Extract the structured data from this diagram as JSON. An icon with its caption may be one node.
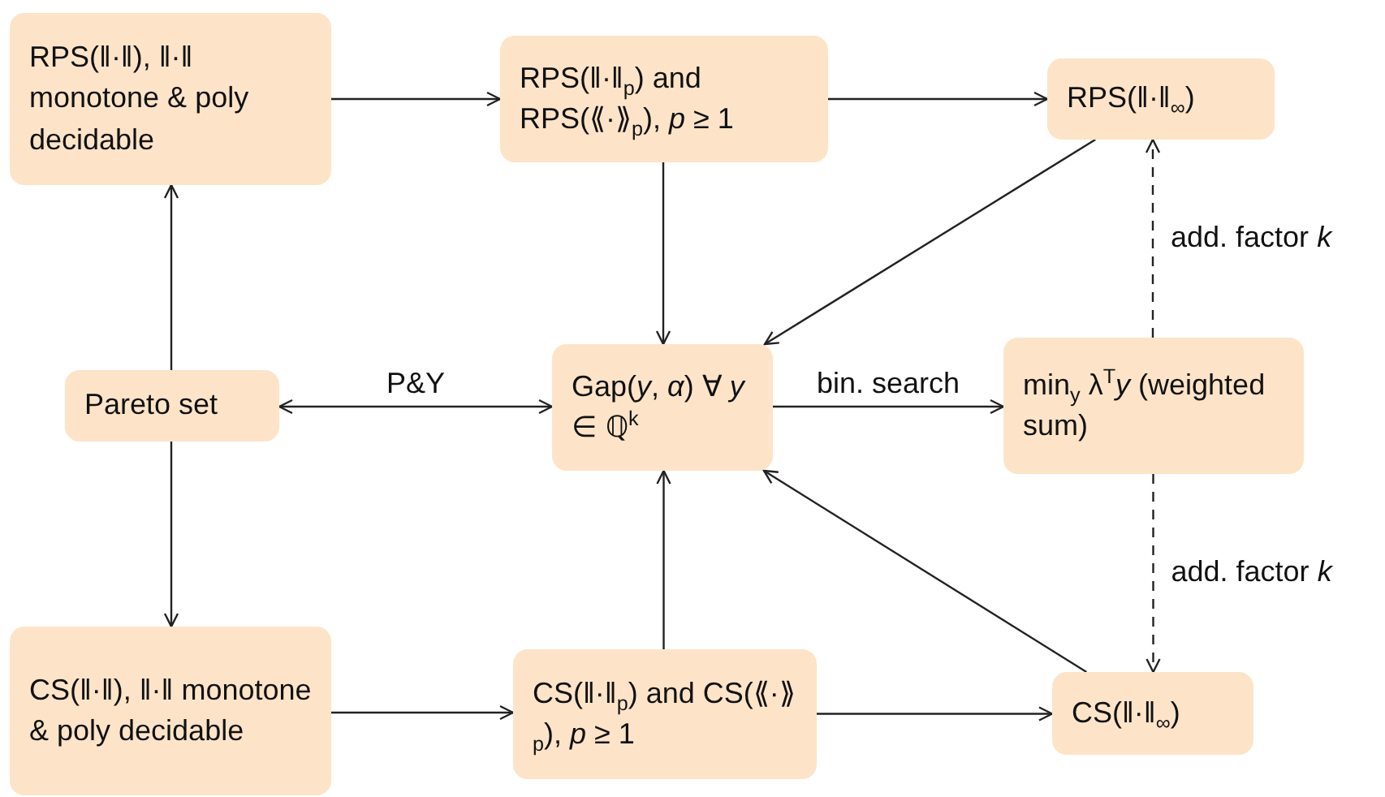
{
  "diagram": {
    "nodes": [
      {
        "text": [
          "RPS(‖·‖), ‖·‖ monotone & poly decidable"
        ]
      },
      {
        "text": [
          "RPS(‖·‖$_{p}$) and RPS(⟪·⟫$_{p}$), *p* ≥ 1"
        ]
      },
      {
        "text": [
          "RPS(‖·‖$_{∞}$)"
        ]
      },
      {
        "text": [
          "Pareto set"
        ]
      },
      {
        "text": [
          "Gap(*y*, *α*) ∀ *y* ∈ ℚ$^{k}$"
        ]
      },
      {
        "text": [
          "min$_{y}$ λ$^{T}$*y* (weighted sum)"
        ]
      },
      {
        "text": [
          "CS(‖·‖), ‖·‖ monotone & poly decidable"
        ]
      },
      {
        "text": [
          "CS(‖·‖$_{p}$) and CS(⟪·⟫$_{p}$), *p* ≥ 1"
        ]
      },
      {
        "text": [
          "CS(‖·‖$_{∞}$)"
        ]
      }
    ],
    "edges": [
      {
        "from": 0,
        "to": 1,
        "arrow": "to"
      },
      {
        "from": 1,
        "to": 2,
        "arrow": "to"
      },
      {
        "from": 1,
        "to": 4,
        "arrow": "to"
      },
      {
        "from": 2,
        "to": 4,
        "arrow": "to"
      },
      {
        "from": 3,
        "to": 0,
        "arrow": "to"
      },
      {
        "from": 3,
        "to": 6,
        "arrow": "to"
      },
      {
        "from": 3,
        "to": 4,
        "arrow": "both",
        "label": "P&Y"
      },
      {
        "from": 4,
        "to": 5,
        "arrow": "to",
        "label": "bin. search"
      },
      {
        "from": 5,
        "to": 2,
        "arrow": "to",
        "style": "dashed",
        "label": "add. factor *k*"
      },
      {
        "from": 5,
        "to": 8,
        "arrow": "to",
        "style": "dashed",
        "label": "add. factor *k*"
      },
      {
        "from": 6,
        "to": 7,
        "arrow": "to"
      },
      {
        "from": 7,
        "to": 8,
        "arrow": "to"
      },
      {
        "from": 7,
        "to": 4,
        "arrow": "to"
      },
      {
        "from": 8,
        "to": 4,
        "arrow": "to"
      }
    ]
  }
}
